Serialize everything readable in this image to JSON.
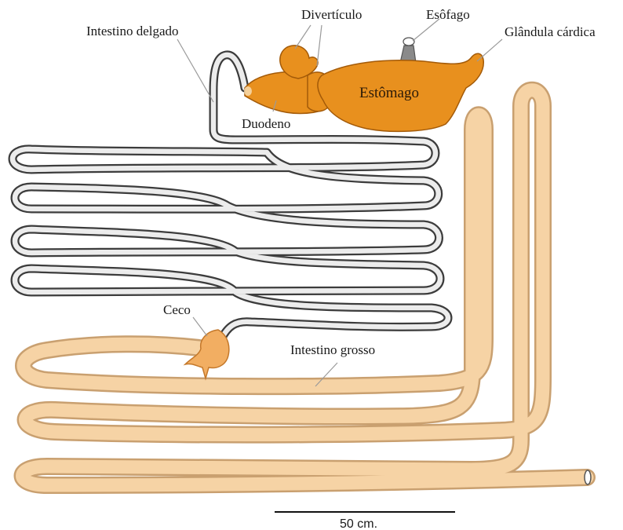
{
  "labels": {
    "small_intestine": "Intestino delgado",
    "diverticulum": "Divertículo",
    "esophagus": "Esôfago",
    "cardiac_gland": "Glândula cárdica",
    "stomach": "Estômago",
    "duodenum": "Duodeno",
    "cecum": "Ceco",
    "large_intestine": "Intestino grosso",
    "scale": "50 cm."
  },
  "colors": {
    "stomach_fill": "#e8901e",
    "stomach_stroke": "#a35a08",
    "small_intestine_fill": "#ececec",
    "small_intestine_stroke": "#3c3c3c",
    "large_intestine_fill": "#f6d3a5",
    "large_intestine_stroke": "#c9a070",
    "cecum_fill": "#f2ae62",
    "esophagus_fill": "#8a8a8a",
    "leader_line": "#9a9a9a"
  }
}
